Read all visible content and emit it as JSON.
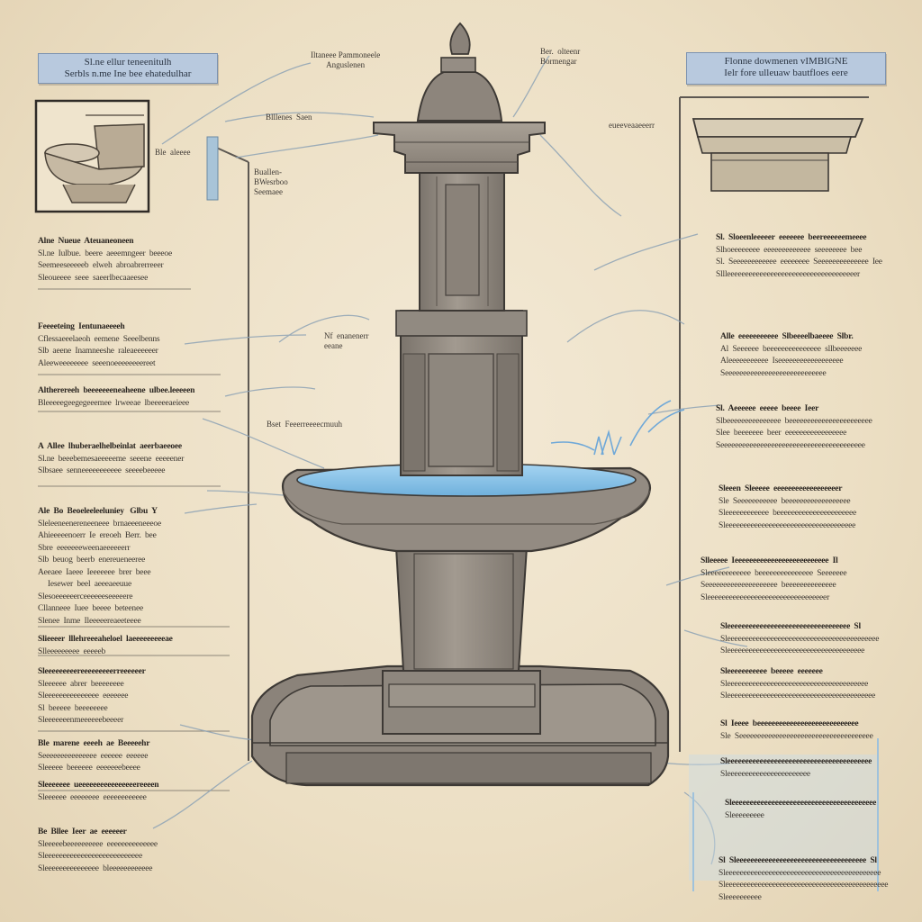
{
  "banners": {
    "left": [
      "Sl.ne  ellur teneenitulh",
      "Serbls  n.me Ine  bee  ehatedulhar"
    ],
    "right": [
      "Flonne  dowmenen  vIMBIGNE",
      "Ielr  fore  ulleuaw bautfloes  eere"
    ]
  },
  "callouts": {
    "top_center": [
      "Iltaneee Pammoneele",
      "Anguslenen"
    ],
    "top_right": [
      "Ber.  olteenr",
      "Bormengar"
    ],
    "cornice": "eueeveaaeeerr",
    "left_a": "Blllenes  Saen",
    "left_b": [
      "Buallen-",
      "BWesrboo",
      "Seemaee"
    ],
    "toilet": "Ble  aleeee",
    "mid_left": [
      "Nf  enanenerr",
      "eeane"
    ],
    "basin_label": "Bset  Feeerreeeecmuuh"
  },
  "left_notes": [
    [
      "Alne  Nueue  Ateuaneoneen",
      "Sl.ne  Iulbue.  beere  aeeemngeer  beeeoe",
      "Seemeeseeeeeb  elweh  abroabrerreeer",
      "Sleoueeee  seee  saeerlbecaaeesee"
    ],
    [
      "Feeeeteing  Ientunaeeeeh",
      "Cflessaeeelaeoh  eemene  Seeelbenns",
      "Slb  aeene  Inamneeshe  raleaeeeeeer",
      "Aleeweeeeeeee  seeenoeeeeeeeereet"
    ],
    [
      "Altherereeh  beeeeeeeneaheene  ulbee.leeeeen",
      "Bleeeeegeegegeeemee  lrweeae  lbeeeeeaeieee"
    ],
    [
      "A  Allee  lhuberaelhelbeinlat  aeerbaeeoee",
      "Sl.ne  beeebemesaeeeeeme  seeene  eeeeener",
      "Slbsaee  senneeeeeeeeeee  seeeebeeeee"
    ],
    [
      "Ale  Bo  Beoeleeleeluniey   Glbu  Y",
      "Sleleeneenereneeneee  brnaeeeneeeoe",
      "Ahieeeeenoerr  Ie  ereoeh  Berr.  bee",
      "Sbre  eeeeeeeweenaeeeeeerr",
      "Slb  beuog  beerb  enereueneeree",
      "Aeeaee  Iaeee  Ieeeeeee  brer  beee",
      "     Iesewer  beel  aeeeaeeuue",
      "Slesoeeeeeerceeeeeeseeeeere",
      "Cllanneee  Iuee  beeee  beteenee",
      "Slenee  Inme  Ileeeeereaeeteeee"
    ],
    [
      "Slieeeer  lllehreeeaheloel  laeeeeeeeeeae",
      "Slleeeeeeeee  eeeeeb"
    ],
    [
      "Sleeeeeeeeereeeeeeeeerreeeeeer",
      "Sleeeeee  abrer  beeeeeeee",
      "Sleeeeeeeeeeeeeee  eeeeeee",
      "Sl  beeeee  beeeeeeee",
      "Sleeeeeeenmeeeeeebeeeer"
    ],
    [
      "Ble  marene  eeeeh  ae  Beeeeehr",
      "Seeeeeeeeeeeeeee  eeeeee  eeeeee",
      "Sleeeee  beeeeee  eeeeeeebeeee"
    ],
    [
      "Sleeeeeee  ueeeeeeeeeeeeeeeereeeen",
      "Sleeeeee  eeeeeeee  eeeeeeeeeeee"
    ],
    [
      "Be  Bllee  Ieer  ae  eeeeeer",
      "Sleeeeebeeeeeeeeee  eeeeeeeeeeeeee",
      "Sleeeeeeeeeeeeeeeeeeeeeeeeeee",
      "Sleeeeeeeeeeeeeee  bleeeeeeeeeeee"
    ]
  ],
  "right_notes": [
    [
      "Sl.  Sloeenleeeeer  eeeeeee  beereeeeeemeeee",
      "Slhoeeeeeeee  eeeeeeeeeeeee  seeeeeeee  bee",
      "Sl.  Seeeeeeeeeeee  eeeeeeee  Seeeeeeeeeeeeee  Iee",
      "Sllleeeeeeeeeeeeeeeeeeeeeeeeeeeeeeeeeeeer"
    ],
    [
      "Alle  eeeeeeeeeee  Slbeeeelbaeeee  Slbr.",
      "Al  Seeeeee  beeeeeeeeeeeeeee  sllbeeeeeee",
      "Aleeeeeeeeeee  Iseeeeeeeeeeeeeeeeee",
      "Seeeeeeeeeeeeeeeeeeeeeeeeeeee"
    ],
    [
      "Sl.  Aeeeeee  eeeee  beeee  Ieer",
      "Slbeeeeeeeeeeeeeee  beeeeeeeeeeeeeeeeeeeeeee",
      "Slee  beeeeeee  beer  eeeeeeeeeeeeeeeee",
      "Seeeeeeeeeeeeeeeeeeeeeeeeeeeeeeeeeeeeeeee"
    ],
    [
      "Sleeen  Sleeeee  eeeeeeeeeeeeeeeeeer",
      "Sle  Seeeeeeeeeee  beeeeeeeeeeeeeeeeee",
      "Sleeeeeeeeeeee  beeeeeeeeeeeeeeeeeeeeee",
      "Sleeeeeeeeeeeeeeeeeeeeeeeeeeeeeeeeeeee"
    ],
    [
      "Slleeeee  Ieeeeeeeeeeeeeeeeeeeeeeeeee  Il",
      "Sleeeeeeeeeeee  beeeeeeeeeeeeeee  Seeeeeee",
      "Seeeeeeeeeeeeeeeeeeee  beeeeeeeeeeeeee",
      "Sleeeeeeeeeeeeeeeeeeeeeeeeeeeeeeeeer"
    ],
    [
      "Sleeeeeeeeeeeeeeeeeeeeeeeeeeeeeeeeee  Sl",
      "Sleeeeeeeeeeeeeeeeeeeeeeeeeeeeeeeeeeeeeeeeee",
      "Sleeeeeeeeeeeeeeeeeeeeeeeeeeeeeeeeeeeeee"
    ],
    [
      "Sleeeeeeeeeee  beeeee  eeeeeee",
      "Sleeeeeeeeeeeeeeeeeeeeeeeeeeeeeeeeeeeeeee",
      "Sleeeeeeeeeeeeeeeeeeeeeeeeeeeeeeeeeeeeeeeee"
    ],
    [
      "Sl  Ieeee  beeeeeeeeeeeeeeeeeeeeeeeeeeee",
      "Sle  Seeeeeeeeeeeeeeeeeeeeeeeeeeeeeeeeeeeee"
    ],
    [
      "Sleeeeeeeeeeeeeeeeeeeeeeeeeeeeeeeeeeeeeeee",
      "Sleeeeeeeeeeeeeeeeeeeeeee"
    ],
    [
      "Sleeeeeeeeeeeeeeeeeeeeeeeeeeeeeeeeeeeeeeee",
      "Sleeeeeeeee"
    ],
    [
      "Sl  Sleeeeeeeeeeeeeeeeeeeeeeeeeeeeeeeeeeee  Sl",
      "Sleeeeeeeeeeeeeeeeeeeeeeeeeeeeeeeeeeeeeeeeeee",
      "Sleeeeeeeeeeeeeeeeeeeeeeeeeeeeeeeeeeeeeeeeeeeee",
      "Sleeeeeeeeee"
    ]
  ],
  "colors": {
    "paper": "#ecdfc4",
    "stone": "#8d857c",
    "stone_light": "#a39b91",
    "stone_dark": "#6e675f",
    "outline": "#3d3935",
    "water": "#8cc3e8",
    "banner": "#b8c9de"
  }
}
